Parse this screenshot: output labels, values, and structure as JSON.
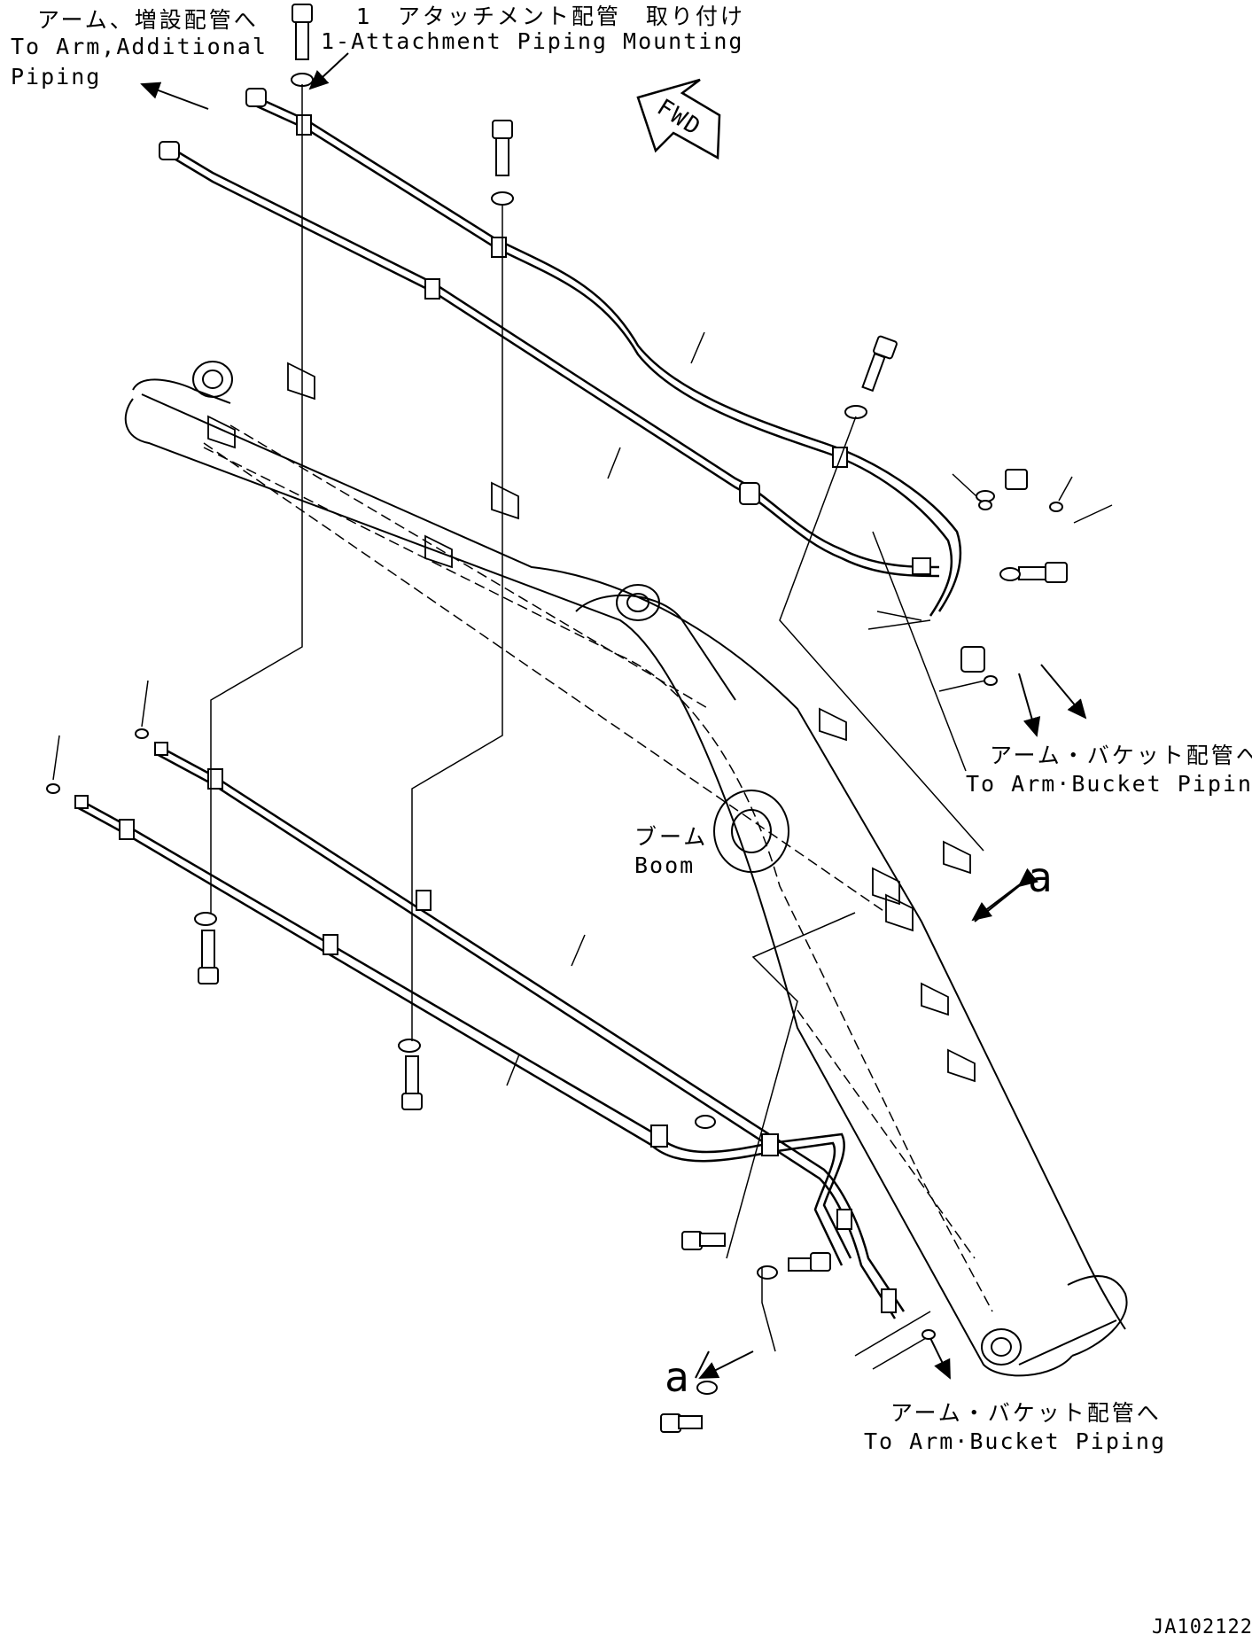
{
  "labels": {
    "to_arm_additional": {
      "ja": "アーム、増設配管へ",
      "en_line1": "To Arm,Additional",
      "en_line2": "Piping"
    },
    "attachment_mounting": {
      "ja": "1　アタッチメント配管　取り付け",
      "en": "1-Attachment Piping Mounting"
    },
    "fwd": "FWD",
    "to_arm_bucket_right": {
      "ja": "アーム・バケット配管へ",
      "en": "To Arm·Bucket Piping"
    },
    "to_arm_bucket_bottom": {
      "ja": "アーム・バケット配管へ",
      "en": "To Arm·Bucket Piping"
    },
    "boom": {
      "ja": "ブーム",
      "en": "Boom"
    },
    "ref_a": "a",
    "drawing_code": "JA102122"
  }
}
